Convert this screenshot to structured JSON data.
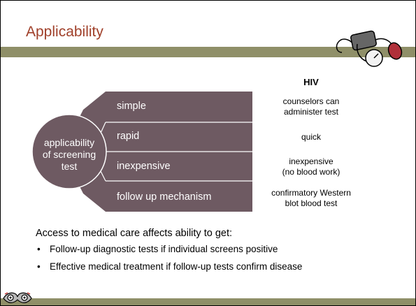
{
  "slide": {
    "title": "Applicability",
    "circle_label": [
      "applicability",
      "of screening",
      "test"
    ],
    "branches": [
      "simple",
      "rapid",
      "inexpensive",
      "follow up mechanism"
    ],
    "hiv": {
      "header": "HIV",
      "items": [
        [
          "counselors can",
          "administer test"
        ],
        [
          "quick"
        ],
        [
          "inexpensive",
          "(no blood work)"
        ],
        [
          "confirmatory Western",
          "blot blood test"
        ]
      ]
    },
    "access_heading": "Access to medical care affects ability to get:",
    "bullets": [
      "Follow-up diagnostic tests if individual screens positive",
      "Effective medical treatment if follow-up tests confirm disease"
    ]
  },
  "colors": {
    "title": "#a0402a",
    "band": "#8f8f68",
    "diagram_fill": "#6e5a62"
  },
  "icons": [
    "blood-pressure-cuff-icon",
    "tribal-art-logo-icon"
  ]
}
